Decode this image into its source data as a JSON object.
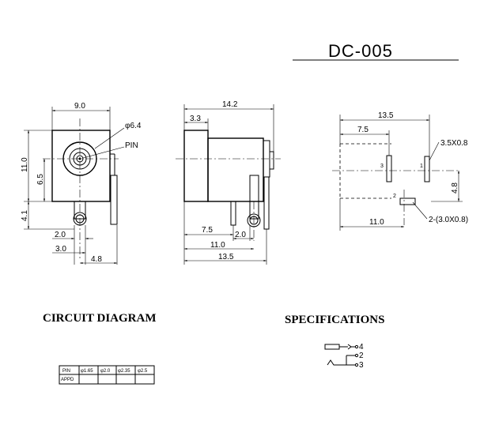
{
  "title": "DC-005",
  "headings": {
    "circuit": "CIRCUIT DIAGRAM",
    "specs": "SPECIFICATIONS"
  },
  "front_view": {
    "width": "9.0",
    "height": "11.0",
    "hole_height": "6.5",
    "lower": "4.1",
    "pin_a": "2.0",
    "pin_b": "3.0",
    "pin_c": "4.8",
    "diameter": "φ6.4",
    "pin_label": "PIN"
  },
  "side_view": {
    "length": "14.2",
    "front_len": "3.3",
    "d1": "7.5",
    "d2": "2.0",
    "d3": "11.0",
    "d4": "13.5"
  },
  "pcb_layout": {
    "length": "13.5",
    "offset": "7.5",
    "slot1": "3.5X0.8",
    "height": "4.8",
    "pad2": "2-(3.0X0.8)",
    "bottom": "11.0",
    "pin3": "3",
    "pin1": "1",
    "pin2": "2"
  },
  "table": {
    "row1": [
      "PIN",
      "φ1.65",
      "φ2.0",
      "φ2.35",
      "φ2.5"
    ],
    "row2": [
      "APPD",
      "",
      "",
      "",
      ""
    ]
  },
  "schematic": {
    "pin4": "4",
    "pin2": "2",
    "pin3": "3"
  }
}
